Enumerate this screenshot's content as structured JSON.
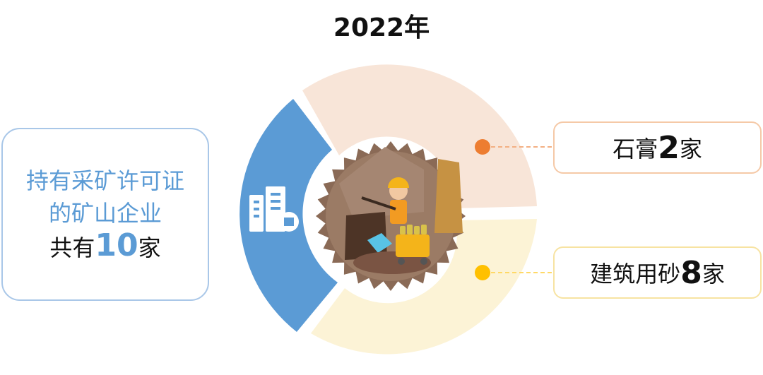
{
  "title": "2022年",
  "left_box": {
    "line1": "持有采矿许可证",
    "line2": "的矿山企业",
    "count_prefix": "共有",
    "count_value": "10",
    "count_suffix": "家"
  },
  "segments": [
    {
      "label": "石膏",
      "value": "2",
      "unit": "家",
      "color": "#f8e5d8",
      "dot_color": "#ed7d31"
    },
    {
      "label": "建筑用砂",
      "value": "8",
      "unit": "家",
      "color": "#fcf3d6",
      "dot_color": "#ffc000"
    }
  ],
  "accent_color": "#5b9bd5",
  "icons": [
    "building-icon",
    "miner-illustration"
  ]
}
